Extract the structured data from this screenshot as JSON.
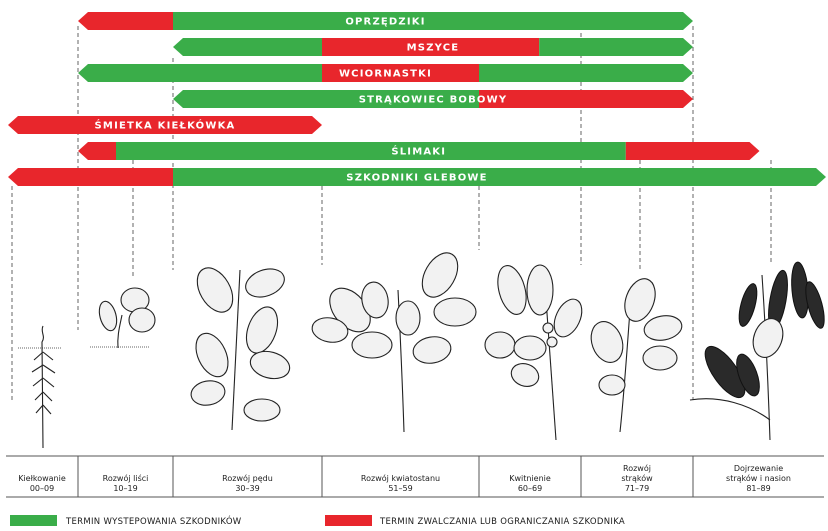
{
  "colors": {
    "occurrence": "#3aad49",
    "control": "#e8262c"
  },
  "pests": [
    {
      "label": "OPRZĘDZIKI",
      "segments": [
        [
          0,
          1,
          "control"
        ],
        [
          1,
          5,
          "occurrence"
        ]
      ]
    },
    {
      "label": "MSZYCE",
      "segments": [
        [
          1,
          2,
          "occurrence"
        ],
        [
          2,
          3.59,
          "control"
        ],
        [
          3.59,
          5,
          "occurrence"
        ]
      ]
    },
    {
      "label": "WCIORNASTKI",
      "segments": [
        [
          0,
          2,
          "occurrence"
        ],
        [
          2,
          3,
          "control"
        ],
        [
          3,
          5,
          "occurrence"
        ]
      ]
    },
    {
      "label": "STRĄKOWIEC BOBOWY",
      "segments": [
        [
          1,
          3,
          "occurrence"
        ],
        [
          3,
          5,
          "control"
        ]
      ]
    },
    {
      "label": "ŚMIETKA KIEŁKÓWKA",
      "segments": [
        [
          -1,
          2,
          "control"
        ]
      ]
    },
    {
      "label": "ŚLIMAKI",
      "segments": [
        [
          0,
          0.4,
          "control"
        ],
        [
          0.4,
          4.4,
          "occurrence"
        ],
        [
          4.4,
          5.5,
          "control"
        ]
      ]
    },
    {
      "label": "SZKODNIKI GLEBOWE",
      "segments": [
        [
          -1,
          1,
          "control"
        ],
        [
          1,
          6,
          "occurrence"
        ]
      ]
    }
  ],
  "stages": [
    {
      "name": "Kiełkowanie",
      "code": "00–09"
    },
    {
      "name": "Rozwój liści",
      "code": "10–19"
    },
    {
      "name": "Rozwój pędu",
      "code": "30–39"
    },
    {
      "name": "Rozwój kwiatostanu",
      "code": "51–59"
    },
    {
      "name": "Kwitnienie",
      "code": "60–69"
    },
    {
      "name": "Rozwój\nstrąków",
      "code": "71–79"
    },
    {
      "name": "Dojrzewanie\nstrąków i nasion",
      "code": "81–89"
    }
  ],
  "legend": {
    "occurrence_label": "TERMIN WYSTEPOWANIA SZKODNIKÓW",
    "control_label": "TERMIN ZWALCZANIA LUB OGRANICZANIA SZKODNIKA"
  }
}
